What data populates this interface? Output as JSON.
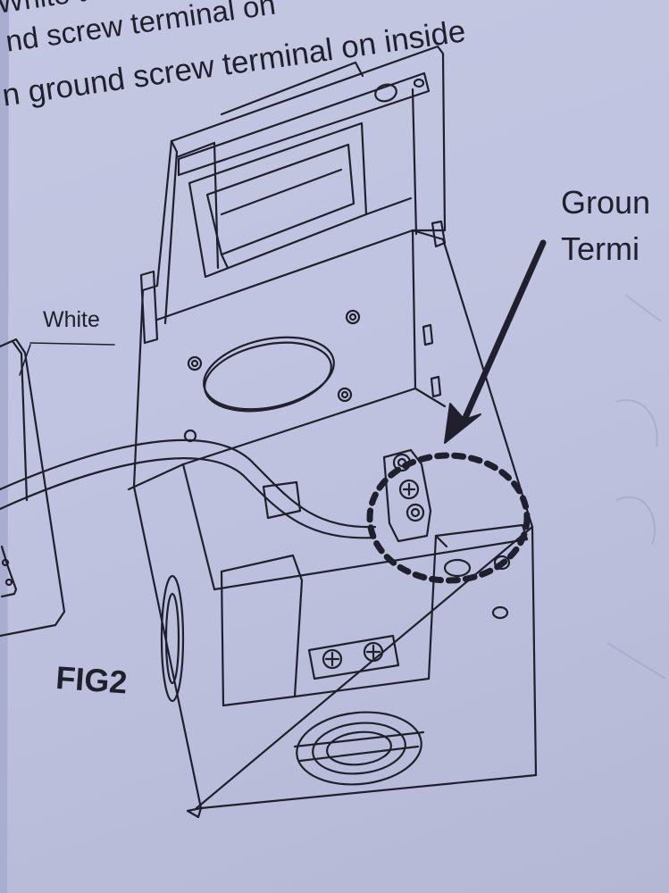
{
  "header": {
    "line1": "White t",
    "line2": "nd screw terminal on",
    "line3": "n ground screw terminal on inside"
  },
  "labels": {
    "white_wire": "White",
    "figure": "FIG2",
    "callout_line1": "Groun",
    "callout_line2": "Termi"
  },
  "colors": {
    "paper": "#c2c5e0",
    "ink": "#1f1f2e"
  }
}
